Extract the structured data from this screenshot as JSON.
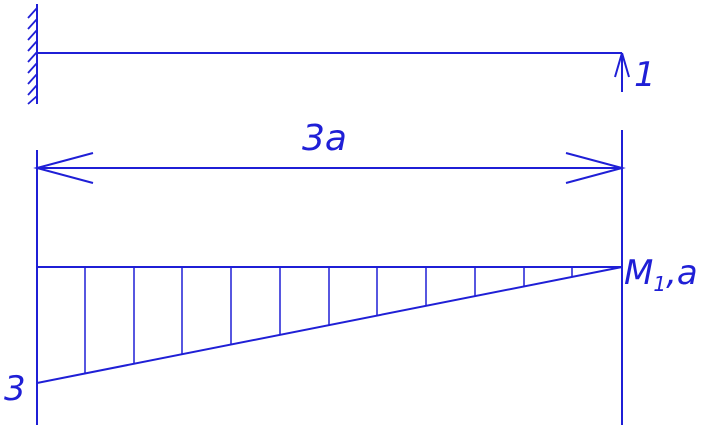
{
  "diagram": {
    "line_color": "#1f1fd6",
    "load_label": "1",
    "length_label": "3a",
    "diagram_label": "M",
    "diagram_label_sub": "1",
    "diagram_label_suffix": ",a",
    "max_value_label": "3"
  }
}
